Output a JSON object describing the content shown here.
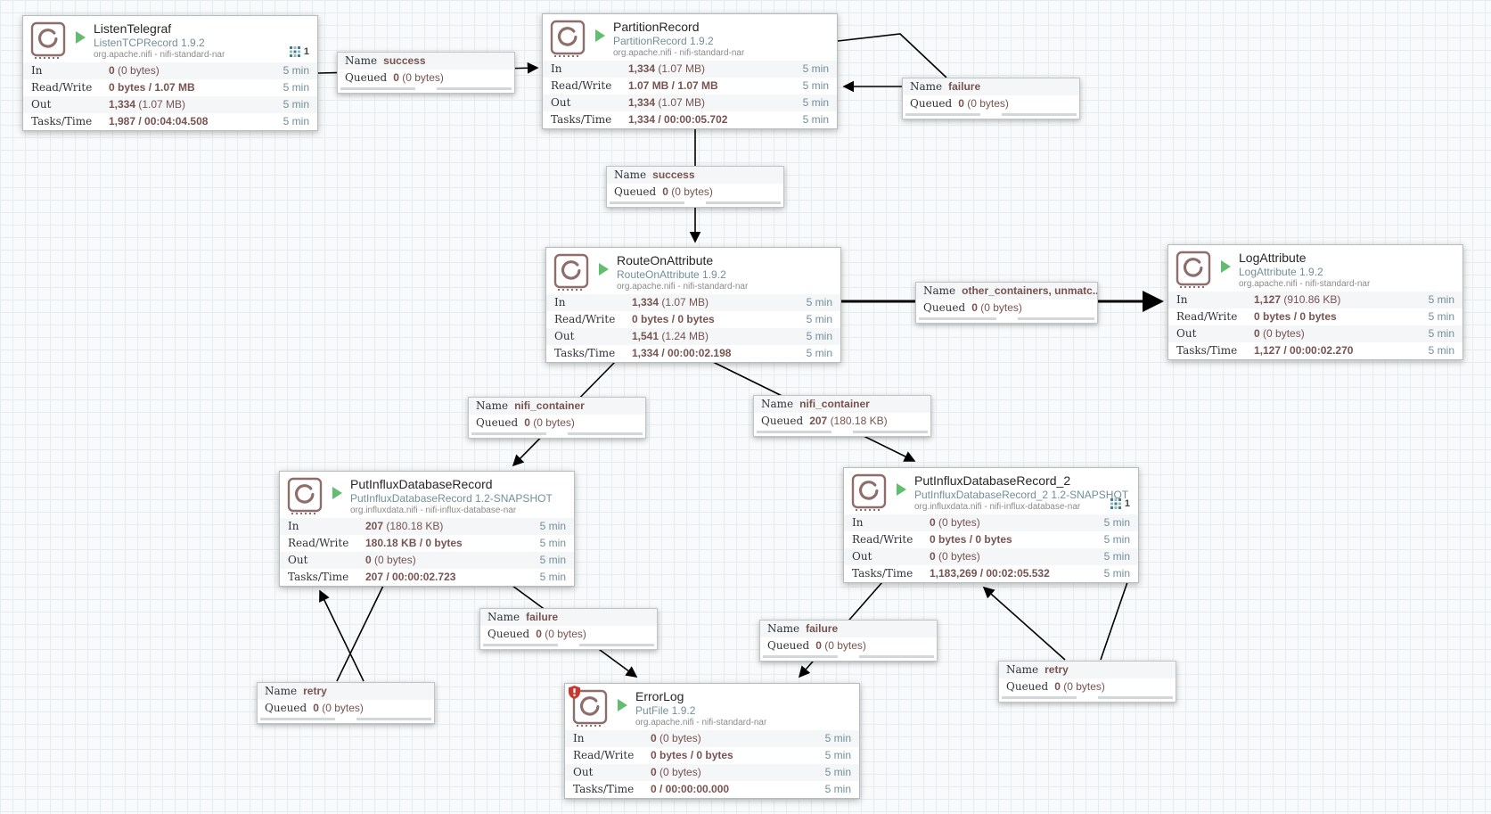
{
  "app": "Apache NiFi flow canvas",
  "ui": {
    "name_key": "Name",
    "queued_key": "Queued"
  },
  "colors": {
    "running_green": "#62bd71",
    "stat_value_brown": "#775351",
    "type_blue_gray": "#728e9b",
    "badge_teal": "#3e7f8d",
    "restricted_red": "#c7392f",
    "wire_black": "#000000",
    "row_stripe": "#f4f6f7"
  },
  "processors": [
    {
      "name": "ListenTelegraf",
      "type": "ListenTCPRecord 1.9.2",
      "bundle": "org.apache.nifi - nifi-standard-nar",
      "badge": "1",
      "stats": [
        {
          "label": "In",
          "bold": "0",
          "rest": "(0 bytes)",
          "window": "5 min"
        },
        {
          "label": "Read/Write",
          "bold": "0 bytes / 1.07 MB",
          "rest": "",
          "window": "5 min"
        },
        {
          "label": "Out",
          "bold": "1,334",
          "rest": "(1.07 MB)",
          "window": "5 min"
        },
        {
          "label": "Tasks/Time",
          "bold": "1,987 / 00:04:04.508",
          "rest": "",
          "window": "5 min"
        }
      ]
    },
    {
      "name": "PartitionRecord",
      "type": "PartitionRecord 1.9.2",
      "bundle": "org.apache.nifi - nifi-standard-nar",
      "stats": [
        {
          "label": "In",
          "bold": "1,334",
          "rest": "(1.07 MB)",
          "window": "5 min"
        },
        {
          "label": "Read/Write",
          "bold": "1.07 MB / 1.07 MB",
          "rest": "",
          "window": "5 min"
        },
        {
          "label": "Out",
          "bold": "1,334",
          "rest": "(1.07 MB)",
          "window": "5 min"
        },
        {
          "label": "Tasks/Time",
          "bold": "1,334 / 00:00:05.702",
          "rest": "",
          "window": "5 min"
        }
      ]
    },
    {
      "name": "RouteOnAttribute",
      "type": "RouteOnAttribute 1.9.2",
      "bundle": "org.apache.nifi - nifi-standard-nar",
      "stats": [
        {
          "label": "In",
          "bold": "1,334",
          "rest": "(1.07 MB)",
          "window": "5 min"
        },
        {
          "label": "Read/Write",
          "bold": "0 bytes / 0 bytes",
          "rest": "",
          "window": "5 min"
        },
        {
          "label": "Out",
          "bold": "1,541",
          "rest": "(1.24 MB)",
          "window": "5 min"
        },
        {
          "label": "Tasks/Time",
          "bold": "1,334 / 00:00:02.198",
          "rest": "",
          "window": "5 min"
        }
      ]
    },
    {
      "name": "LogAttribute",
      "type": "LogAttribute 1.9.2",
      "bundle": "org.apache.nifi - nifi-standard-nar",
      "stats": [
        {
          "label": "In",
          "bold": "1,127",
          "rest": "(910.86 KB)",
          "window": "5 min"
        },
        {
          "label": "Read/Write",
          "bold": "0 bytes / 0 bytes",
          "rest": "",
          "window": "5 min"
        },
        {
          "label": "Out",
          "bold": "0",
          "rest": "(0 bytes)",
          "window": "5 min"
        },
        {
          "label": "Tasks/Time",
          "bold": "1,127 / 00:00:02.270",
          "rest": "",
          "window": "5 min"
        }
      ]
    },
    {
      "name": "PutInfluxDatabaseRecord",
      "type": "PutInfluxDatabaseRecord 1.2-SNAPSHOT",
      "bundle": "org.influxdata.nifi - nifi-influx-database-nar",
      "stats": [
        {
          "label": "In",
          "bold": "207",
          "rest": "(180.18 KB)",
          "window": "5 min"
        },
        {
          "label": "Read/Write",
          "bold": "180.18 KB / 0 bytes",
          "rest": "",
          "window": "5 min"
        },
        {
          "label": "Out",
          "bold": "0",
          "rest": "(0 bytes)",
          "window": "5 min"
        },
        {
          "label": "Tasks/Time",
          "bold": "207 / 00:00:02.723",
          "rest": "",
          "window": "5 min"
        }
      ]
    },
    {
      "name": "PutInfluxDatabaseRecord_2",
      "type": "PutInfluxDatabaseRecord_2 1.2-SNAPSHOT",
      "bundle": "org.influxdata.nifi - nifi-influx-database-nar",
      "badge": "1",
      "stats": [
        {
          "label": "In",
          "bold": "0",
          "rest": "(0 bytes)",
          "window": "5 min"
        },
        {
          "label": "Read/Write",
          "bold": "0 bytes / 0 bytes",
          "rest": "",
          "window": "5 min"
        },
        {
          "label": "Out",
          "bold": "0",
          "rest": "(0 bytes)",
          "window": "5 min"
        },
        {
          "label": "Tasks/Time",
          "bold": "1,183,269 / 00:02:05.532",
          "rest": "",
          "window": "5 min"
        }
      ]
    },
    {
      "name": "ErrorLog",
      "type": "PutFile 1.9.2",
      "bundle": "org.apache.nifi - nifi-standard-nar",
      "restricted": true,
      "stats": [
        {
          "label": "In",
          "bold": "0",
          "rest": "(0 bytes)",
          "window": "5 min"
        },
        {
          "label": "Read/Write",
          "bold": "0 bytes / 0 bytes",
          "rest": "",
          "window": "5 min"
        },
        {
          "label": "Out",
          "bold": "0",
          "rest": "(0 bytes)",
          "window": "5 min"
        },
        {
          "label": "Tasks/Time",
          "bold": "0 / 00:00:00.000",
          "rest": "",
          "window": "5 min"
        }
      ]
    }
  ],
  "connections": [
    {
      "name": "success",
      "count": "0",
      "size": "(0 bytes)"
    },
    {
      "name": "failure",
      "count": "0",
      "size": "(0 bytes)"
    },
    {
      "name": "success",
      "count": "0",
      "size": "(0 bytes)"
    },
    {
      "name": "other_containers, unmatc...",
      "count": "0",
      "size": "(0 bytes)"
    },
    {
      "name": "nifi_container",
      "count": "0",
      "size": "(0 bytes)"
    },
    {
      "name": "nifi_container",
      "count": "207",
      "size": "(180.18 KB)"
    },
    {
      "name": "failure",
      "count": "0",
      "size": "(0 bytes)"
    },
    {
      "name": "failure",
      "count": "0",
      "size": "(0 bytes)"
    },
    {
      "name": "retry",
      "count": "0",
      "size": "(0 bytes)"
    },
    {
      "name": "retry",
      "count": "0",
      "size": "(0 bytes)"
    }
  ]
}
